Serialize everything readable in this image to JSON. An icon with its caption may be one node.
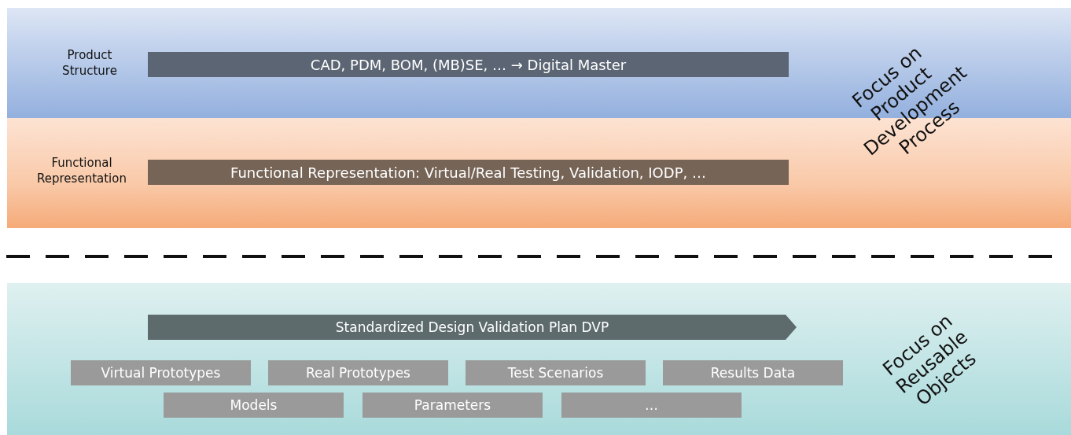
{
  "diagram": {
    "nodes": [
      {
        "text": [
          "Product Structure"
        ]
      },
      {
        "text": [
          "CAD, PDM, BOM, (MB)SE, … → Digital Master"
        ],
        "in": 0
      },
      {
        "text": [
          "Functional Representation"
        ]
      },
      {
        "text": [
          "Functional Representation: Virtual/Real Testing, Validation, IODP, …"
        ],
        "in": 2
      },
      {
        "text": [
          "Focus on Reusable Objects"
        ]
      },
      {
        "text": [
          "Standardized Design Validation Plan DVP"
        ],
        "in": 4
      },
      {
        "text": [
          "Virtual Prototypes"
        ],
        "in": 4
      },
      {
        "text": [
          "Real Prototypes"
        ],
        "in": 4
      },
      {
        "text": [
          "Test Scenarios"
        ],
        "in": 4
      },
      {
        "text": [
          "Results Data"
        ],
        "in": 4
      },
      {
        "text": [
          "Models"
        ],
        "in": 4
      },
      {
        "text": [
          "Parameters"
        ],
        "in": 4
      },
      {
        "text": [
          "…"
        ],
        "in": 4
      }
    ],
    "labels": [
      "Focus on Product Development Process"
    ]
  }
}
